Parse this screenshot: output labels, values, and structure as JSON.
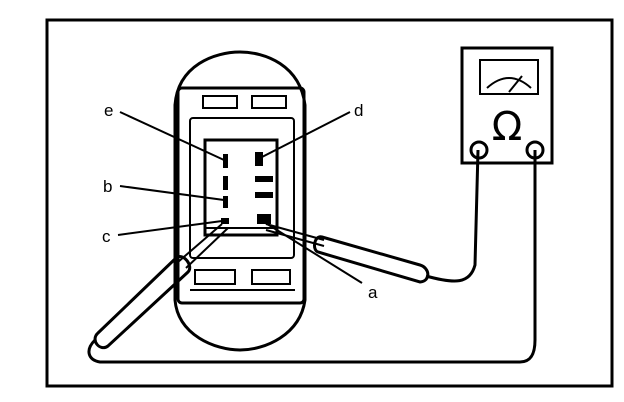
{
  "labels": {
    "a": "a",
    "b": "b",
    "c": "c",
    "d": "d",
    "e": "e"
  },
  "meter": {
    "unit_symbol": "Ω"
  },
  "colors": {
    "ink": "#000000",
    "paper": "#ffffff"
  }
}
